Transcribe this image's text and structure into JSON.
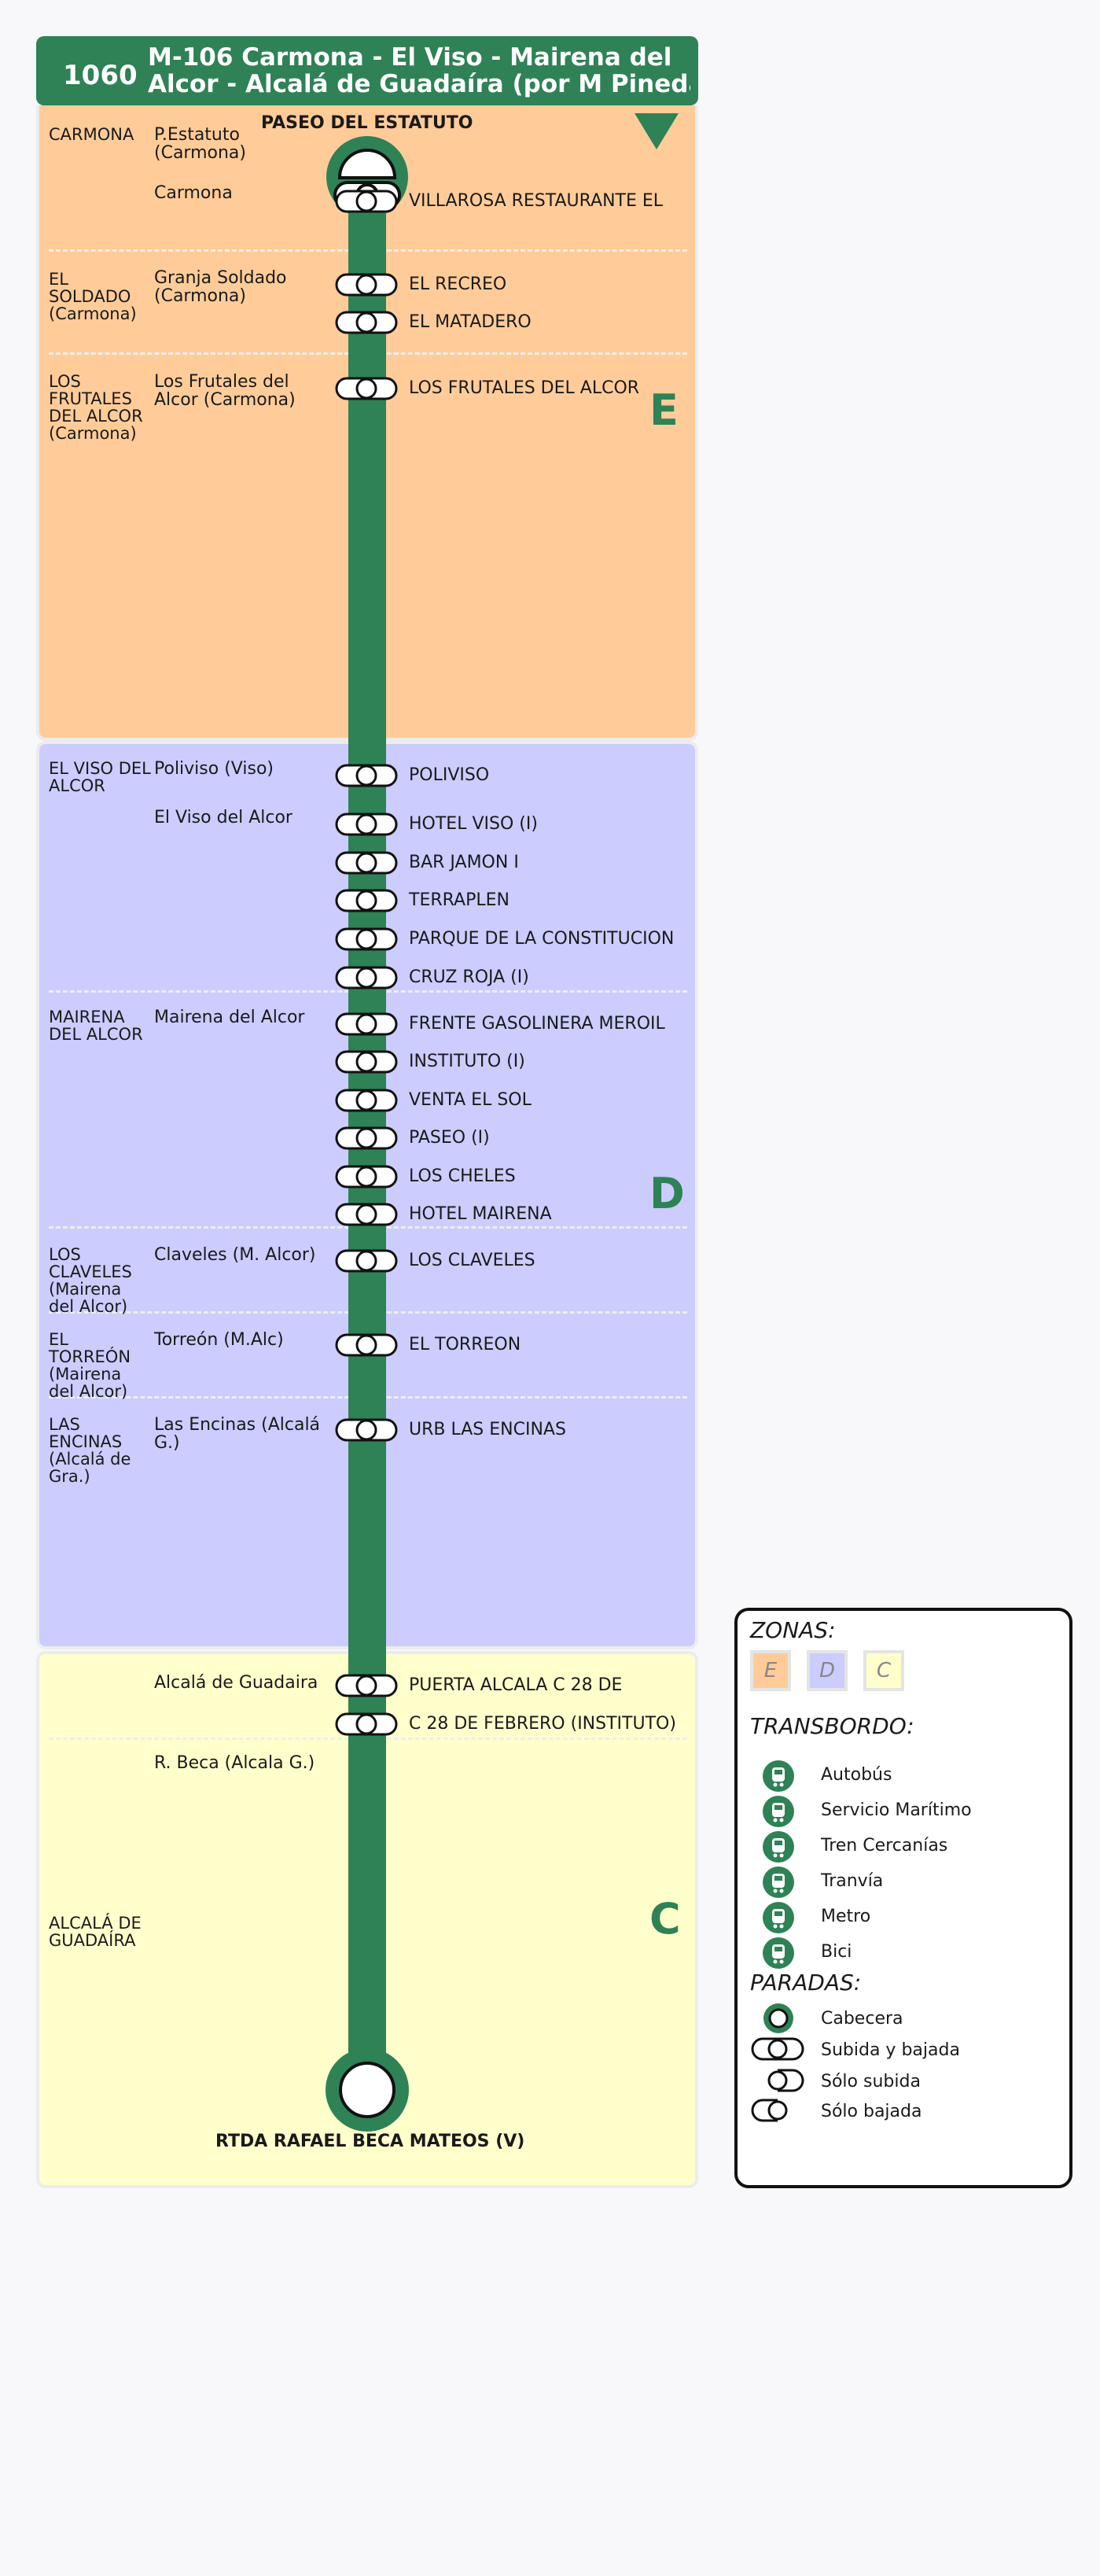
{
  "header": {
    "route_number": "1060",
    "title_line1": "M-106  Carmona - El Viso - Mairena del",
    "title_line2": "Alcor - Alcalá de Guadaíra (por M Pineda"
  },
  "colors": {
    "line": "#2e8256",
    "zone_e": "#ffcc99",
    "zone_d": "#ccccff",
    "zone_c": "#ffffcc"
  },
  "zones": {
    "e": "E",
    "d": "D",
    "c": "C"
  },
  "terminals": {
    "start": "PASEO DEL ESTATUTO",
    "end": "RTDA RAFAEL BECA MATEOS (V)"
  },
  "municipalities": [
    "CARMONA",
    "EL SOLDADO (Carmona)",
    "LOS FRUTALES DEL ALCOR (Carmona)",
    "EL VISO DEL ALCOR",
    "MAIRENA DEL ALCOR",
    "LOS CLAVELES (Mairena del Alcor)",
    "EL TORREÓN (Mairena del Alcor)",
    "LAS ENCINAS (Alcalá de Gra.)",
    "ALCALÁ DE GUADAÍRA"
  ],
  "localities": [
    "P.Estatuto (Carmona)",
    "Carmona",
    "Granja Soldado (Carmona)",
    "Los Frutales del Alcor (Carmona)",
    "Poliviso (Viso)",
    "El Viso del Alcor",
    "Mairena del Alcor",
    "Claveles (M. Alcor)",
    "Torreón (M.Alc)",
    "Las Encinas (Alcalá G.)",
    "Alcalá de Guadaira",
    "R. Beca (Alcala G.)"
  ],
  "stops": [
    "VILLAROSA RESTAURANTE EL",
    "EL RECREO",
    "EL MATADERO",
    "LOS FRUTALES DEL ALCOR",
    "POLIVISO",
    "HOTEL VISO (I)",
    "BAR JAMON I",
    "TERRAPLEN",
    "PARQUE DE LA CONSTITUCION",
    "CRUZ ROJA (I)",
    "FRENTE GASOLINERA MEROIL",
    "INSTITUTO (I)",
    "VENTA EL SOL",
    "PASEO (I)",
    "LOS CHELES",
    "HOTEL MAIRENA",
    "LOS CLAVELES",
    "EL TORREON",
    "URB LAS ENCINAS",
    "PUERTA ALCALA C 28 DE",
    "C 28 DE FEBRERO (INSTITUTO)"
  ],
  "legend": {
    "zonas_title": "ZONAS:",
    "zone_e": "E",
    "zone_d": "D",
    "zone_c": "C",
    "transbordo_title": "TRANSBORDO:",
    "transbordo": [
      "Autobús",
      "Servicio Marítimo",
      "Tren Cercanías",
      "Tranvía",
      "Metro",
      "Bici"
    ],
    "transbordo_icons": [
      "bus-icon",
      "ship-icon",
      "train-icon",
      "tram-icon",
      "metro-icon",
      "bike-icon"
    ],
    "paradas_title": "PARADAS:",
    "paradas": [
      "Cabecera",
      "Subida y bajada",
      "Sólo subida",
      "Sólo bajada"
    ]
  }
}
